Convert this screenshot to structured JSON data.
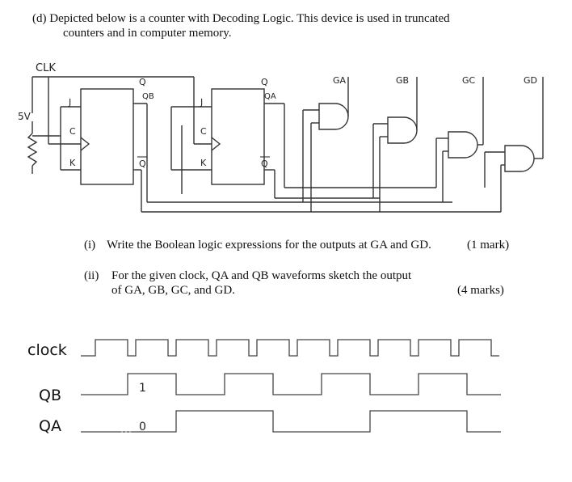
{
  "question": {
    "line1": "(d)  Depicted below is a counter with Decoding Logic.  This device is used in truncated",
    "line2": "counters and in computer memory."
  },
  "circuit": {
    "clk_label": "CLK",
    "supply_label": "5V",
    "ff1": {
      "j": "J",
      "c": "C",
      "k": "K",
      "q": "Q",
      "qb": "Q",
      "out_name": "QB"
    },
    "ff2": {
      "j": "J",
      "c": "C",
      "k": "K",
      "q": "Q",
      "qb": "Q",
      "out_name": "QA"
    },
    "gate_labels": [
      "GA",
      "GB",
      "GC",
      "GD"
    ]
  },
  "parts": {
    "i_label": "(i)",
    "i_text": "Write the Boolean logic expressions for the outputs at GA and GD.",
    "i_marks": "(1 mark)",
    "ii_label": "(ii)",
    "ii_text1": "For the given clock, QA and QB waveforms sketch the output",
    "ii_text2": "of GA, GB, GC, and GD.",
    "ii_marks": "(4 marks)"
  },
  "waveforms": {
    "clock_label": "clock",
    "qb_label": "QB",
    "qa_label": "QA",
    "qb_note": "1",
    "qa_note": "0"
  }
}
